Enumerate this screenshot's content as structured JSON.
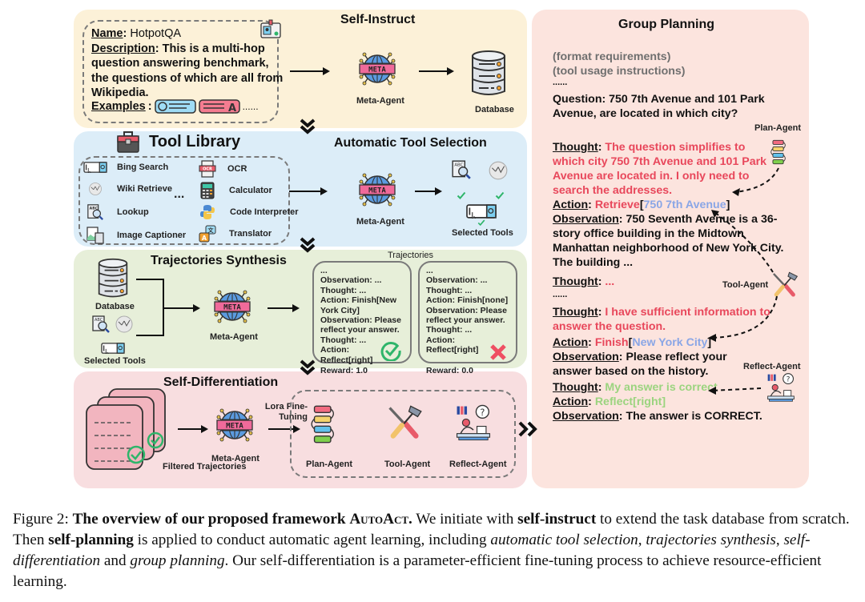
{
  "self_instruct": {
    "title": "Self-Instruct",
    "name_label": "Name",
    "name_value": "HotpotQA",
    "description_label": "Description",
    "description_value": "This is a multi-hop question answering benchmark, the questions of which are all from Wikipedia.",
    "examples_label": "Examples",
    "examples_ellipsis": "......",
    "meta_agent_label": "Meta-Agent",
    "database_label": "Database",
    "meta_badge": "META"
  },
  "tool_selection": {
    "library_title": "Tool Library",
    "title": "Automatic Tool Selection",
    "tools_left": [
      "Bing Search",
      "Wiki Retrieve",
      "Lookup",
      "Image Captioner"
    ],
    "tools_right": [
      "OCR",
      "Calculator",
      "Code Interpreter",
      "Translator"
    ],
    "ellipsis": "...",
    "meta_agent_label": "Meta-Agent",
    "selected_label": "Selected Tools"
  },
  "trajectories": {
    "title": "Trajectories Synthesis",
    "trajectories_label": "Trajectories",
    "database_label": "Database",
    "selected_label": "Selected Tools",
    "meta_agent_label": "Meta-Agent",
    "success": {
      "lines": [
        "...",
        "Observation: ...",
        "Thought: ...",
        "Action: Finish[New York City]",
        "Observation: Please reflect your answer.",
        "Thought: ...",
        "Action: Reflect[right]"
      ],
      "reward": "Reward: 1.0"
    },
    "failure": {
      "lines": [
        "...",
        "Observation: ...",
        "Thought: ...",
        "Action: Finish[none]",
        "Observation: Please reflect your answer.",
        "Thought: ...",
        "Action: Reflect[right]"
      ],
      "reward": "Reward: 0.0"
    }
  },
  "self_differentiation": {
    "title": "Self-Differentiation",
    "filtered_label": "Filtered Trajectories",
    "meta_agent_label": "Meta-Agent",
    "finetune_label": "Lora Fine-Tuning",
    "agents": [
      "Plan-Agent",
      "Tool-Agent",
      "Reflect-Agent"
    ]
  },
  "group_planning": {
    "title": "Group Planning",
    "format_req": "(format requirements)",
    "tool_instr": "(tool usage instructions)",
    "dots": "......",
    "question": "Question: 750 7th Avenue and 101 Park Avenue, are located in which city?",
    "plan_agent_label": "Plan-Agent",
    "tool_agent_label": "Tool-Agent",
    "reflect_agent_label": "Reflect-Agent",
    "thought_label": "Thought",
    "action_label": "Action",
    "observation_label": "Observation",
    "thought1": "The question simplifies to which city 750 7th Avenue and 101 Park Avenue are located in. I only need to search the addresses.",
    "action1_fn": "Retrieve",
    "action1_arg": "750 7th Avenue",
    "obs1": "750 Seventh Avenue is a 36-story office building in the Midtown Manhattan neighborhood of New York City. The building ...",
    "thought2": "...",
    "dots2": "......",
    "thought3": "I have sufficient information to answer the question.",
    "action3_fn": "Finish",
    "action3_arg": "New York City",
    "obs3": "Please reflect your answer based on the history.",
    "thought4": "My answer is correct",
    "action4": "Reflect[right]",
    "obs4": "The answer is CORRECT."
  },
  "caption": {
    "fig": "Figure 2:",
    "bold_title": "The overview of our proposed framework",
    "name": "AutoAct.",
    "t1": "We initiate with",
    "b1": "self-instruct",
    "t2": "to extend the task database from scratch. Then",
    "b2": "self-planning",
    "t3": "is applied to conduct automatic agent learning, including",
    "i1": "automatic tool selection",
    "i2": "trajectories synthesis",
    "i3": "self-differentiation",
    "t4": "and",
    "i4": "group planning",
    "t5": ". Our self-differentiation is a parameter-efficient fine-tuning process to achieve resource-efficient learning."
  },
  "colors": {
    "instruct_bg": "#fcf1d8",
    "tool_bg": "#dcedf8",
    "traj_bg": "#e7efd9",
    "diff_bg": "#f8dee0",
    "group_bg": "#fce4de",
    "thought_red": "#e8475b",
    "arg_blue": "#8aa6e6",
    "reflect_green": "#9bd47f",
    "meta_pink": "#f06a9a"
  }
}
